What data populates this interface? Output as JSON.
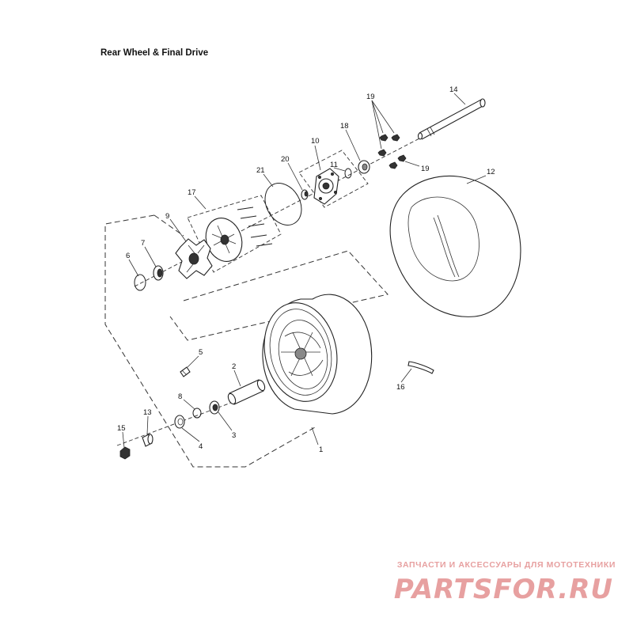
{
  "title": "Rear Wheel & Final Drive",
  "callouts": {
    "c1": "1",
    "c2": "2",
    "c3": "3",
    "c4": "4",
    "c5": "5",
    "c6": "6",
    "c7": "7",
    "c8": "8",
    "c9": "9",
    "c10": "10",
    "c11": "11",
    "c12": "12",
    "c13": "13",
    "c14": "14",
    "c15": "15",
    "c16": "16",
    "c17": "17",
    "c18": "18",
    "c19a": "19",
    "c19b": "19",
    "c20": "20",
    "c21": "21"
  },
  "watermark": {
    "tagline": "ЗАПЧАСТИ И АКСЕССУАРЫ ДЛЯ МОТОТЕХНИКИ",
    "logo_text": "PARTSFOR.RU",
    "color": "#e7a0a0"
  }
}
